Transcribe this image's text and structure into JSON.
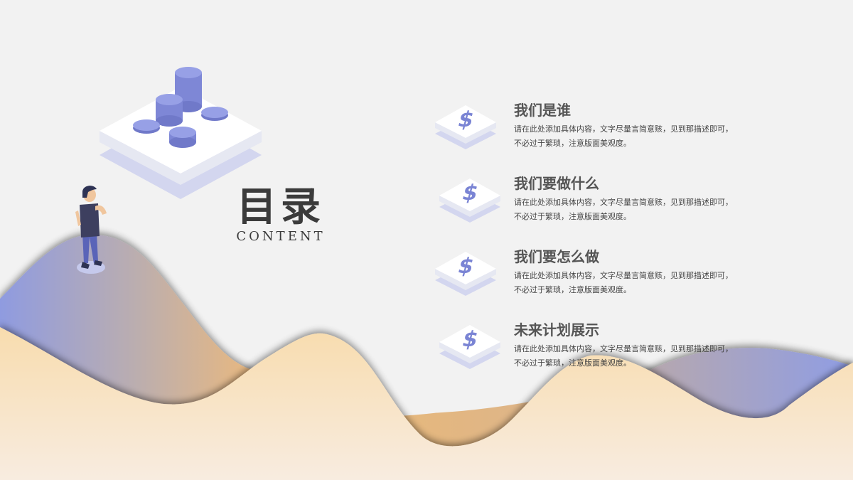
{
  "slide": {
    "title": "目录",
    "subtitle": "CONTENT",
    "colors": {
      "background": "#f2f2f2",
      "accent_blue": "#8e96dc",
      "accent_orange": "#f0bc72",
      "sand": "#f8dfb5",
      "text_dark": "#3b3b3b"
    }
  },
  "items": [
    {
      "icon": "dollar-sign-icon",
      "heading": "我们是谁",
      "desc_line1": "请在此处添加具体内容，文字尽量言简意赅，见到那描述即可，",
      "desc_line2": "不必过于繁琐，注意版面美观度。"
    },
    {
      "icon": "dollar-sign-icon",
      "heading": "我们要做什么",
      "desc_line1": "请在此处添加具体内容，文字尽量言简意赅，见到那描述即可，",
      "desc_line2": "不必过于繁琐，注意版面美观度。"
    },
    {
      "icon": "dollar-sign-icon",
      "heading": "我们要怎么做",
      "desc_line1": "请在此处添加具体内容，文字尽量言简意赅，见到那描述即可，",
      "desc_line2": "不必过于繁琐，注意版面美观度。"
    },
    {
      "icon": "dollar-sign-icon",
      "heading": "未来计划展示",
      "desc_line1": "请在此处添加具体内容，文字尽量言简意赅，见到那描述即可，",
      "desc_line2": "不必过于繁琐，注意版面美观度。"
    }
  ],
  "illustrations": {
    "coin_platform": "coin-stacks-platform-illustration",
    "person": "person-standing-on-hill-illustration",
    "waves": "layered-mountain-waves-background"
  }
}
